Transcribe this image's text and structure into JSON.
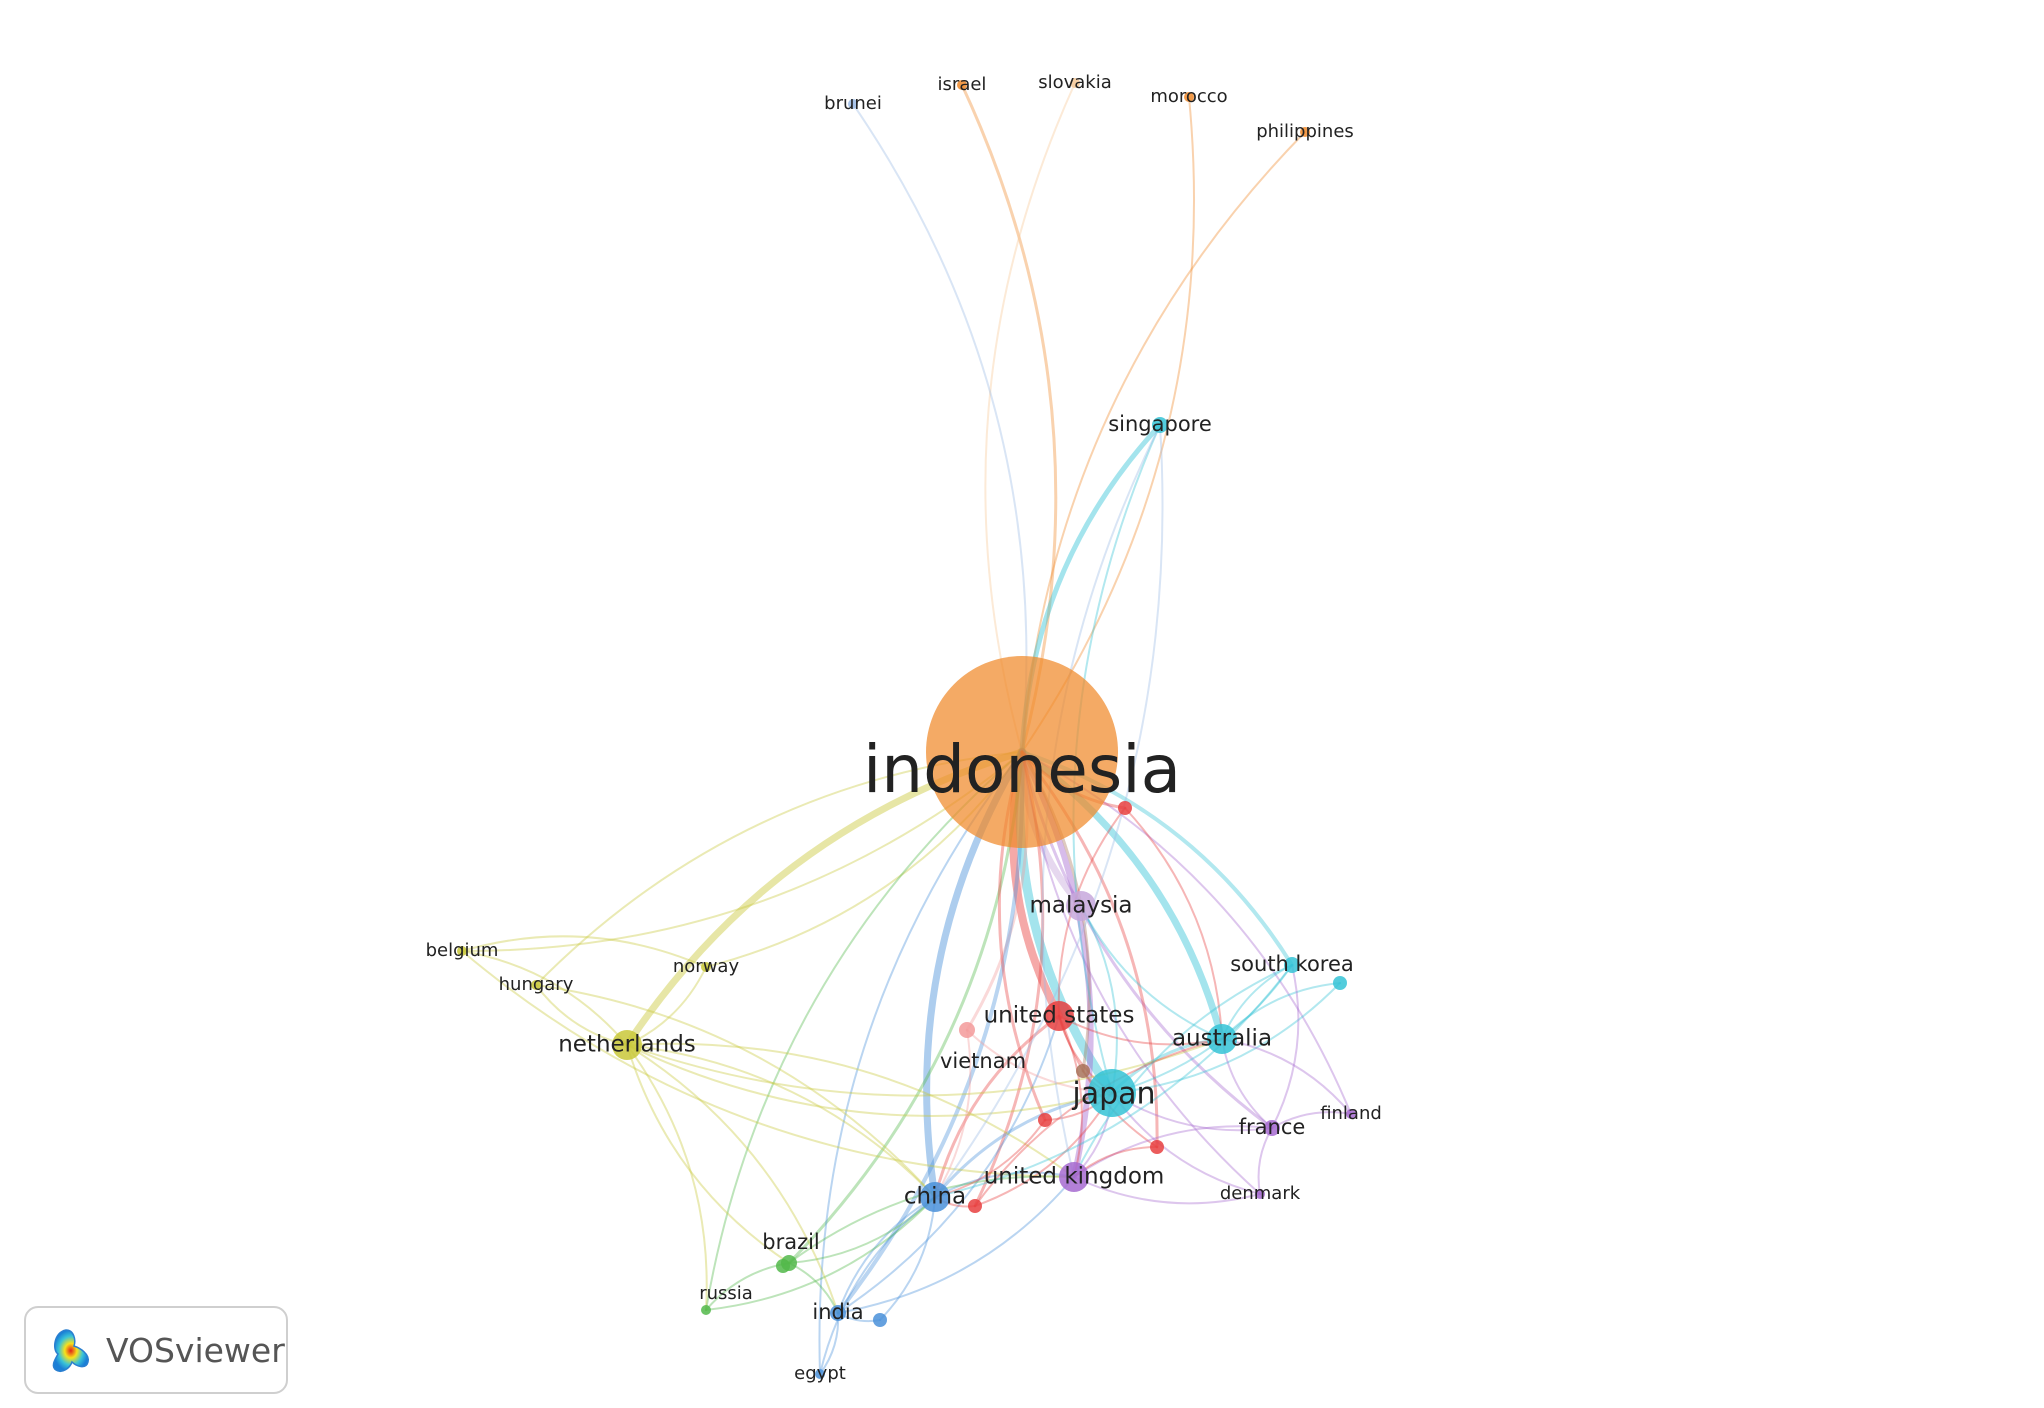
{
  "brand": {
    "name": "VOSviewer",
    "logo_icon": "vosviewer-logo-icon"
  },
  "clusters": {
    "orange": "#f0892a",
    "cyan": "#35c3d6",
    "red": "#e8403f",
    "yellow": "#c9c83a",
    "green": "#52b84a",
    "blue": "#4a90d9",
    "purple": "#a66ad0",
    "pink": "#f39a9a",
    "brown": "#a8735a",
    "lavender": "#c7a8dc",
    "lightblue": "#9bbbe6",
    "peach": "#f6c896"
  },
  "nodes": [
    {
      "label": "indonesia",
      "cluster": "orange",
      "size": "hub"
    },
    {
      "label": "israel",
      "cluster": "orange",
      "size": "tiny"
    },
    {
      "label": "slovakia",
      "cluster": "peach",
      "size": "tiny"
    },
    {
      "label": "morocco",
      "cluster": "orange",
      "size": "tiny"
    },
    {
      "label": "philippines",
      "cluster": "orange",
      "size": "tiny"
    },
    {
      "label": "brunei",
      "cluster": "lightblue",
      "size": "tiny"
    },
    {
      "label": "singapore",
      "cluster": "cyan",
      "size": "small"
    },
    {
      "label": "malaysia",
      "cluster": "lavender",
      "size": "medium"
    },
    {
      "label": "south korea",
      "cluster": "cyan",
      "size": "small"
    },
    {
      "label": "united states",
      "cluster": "red",
      "size": "medium"
    },
    {
      "label": "australia",
      "cluster": "cyan",
      "size": "medium"
    },
    {
      "label": "japan",
      "cluster": "cyan",
      "size": "large"
    },
    {
      "label": "vietnam",
      "cluster": "pink",
      "size": "small"
    },
    {
      "label": "netherlands",
      "cluster": "yellow",
      "size": "medium"
    },
    {
      "label": "belgium",
      "cluster": "yellow",
      "size": "tiny"
    },
    {
      "label": "hungary",
      "cluster": "yellow",
      "size": "tiny"
    },
    {
      "label": "norway",
      "cluster": "yellow",
      "size": "tiny"
    },
    {
      "label": "france",
      "cluster": "purple",
      "size": "small"
    },
    {
      "label": "finland",
      "cluster": "purple",
      "size": "tiny"
    },
    {
      "label": "denmark",
      "cluster": "purple",
      "size": "tiny"
    },
    {
      "label": "united kingdom",
      "cluster": "purple",
      "size": "medium"
    },
    {
      "label": "china",
      "cluster": "blue",
      "size": "medium"
    },
    {
      "label": "brazil",
      "cluster": "green",
      "size": "small"
    },
    {
      "label": "russia",
      "cluster": "green",
      "size": "tiny"
    },
    {
      "label": "india",
      "cluster": "blue",
      "size": "small"
    },
    {
      "label": "egypt",
      "cluster": "blue",
      "size": "tiny"
    }
  ],
  "unlabeled_nodes": [
    {
      "id": "red-a",
      "cluster": "red"
    },
    {
      "id": "red-b",
      "cluster": "red"
    },
    {
      "id": "red-c",
      "cluster": "red"
    },
    {
      "id": "red-d",
      "cluster": "red"
    },
    {
      "id": "brown-a",
      "cluster": "brown"
    },
    {
      "id": "cyan-a",
      "cluster": "cyan"
    },
    {
      "id": "blue-a",
      "cluster": "blue"
    },
    {
      "id": "green-a",
      "cluster": "green"
    }
  ],
  "links": [
    [
      "indonesia",
      "israel",
      "orange",
      3
    ],
    [
      "indonesia",
      "slovakia",
      "peach",
      2
    ],
    [
      "indonesia",
      "morocco",
      "orange",
      2
    ],
    [
      "indonesia",
      "philippines",
      "orange",
      2
    ],
    [
      "indonesia",
      "brunei",
      "lightblue",
      2
    ],
    [
      "indonesia",
      "singapore",
      "cyan",
      5
    ],
    [
      "indonesia",
      "malaysia",
      "lavender",
      7
    ],
    [
      "indonesia",
      "south korea",
      "cyan",
      4
    ],
    [
      "indonesia",
      "united states",
      "red",
      8
    ],
    [
      "indonesia",
      "australia",
      "cyan",
      7
    ],
    [
      "indonesia",
      "japan",
      "cyan",
      9
    ],
    [
      "indonesia",
      "vietnam",
      "pink",
      3
    ],
    [
      "indonesia",
      "netherlands",
      "yellow",
      7
    ],
    [
      "indonesia",
      "belgium",
      "yellow",
      2
    ],
    [
      "indonesia",
      "hungary",
      "yellow",
      2
    ],
    [
      "indonesia",
      "norway",
      "yellow",
      2
    ],
    [
      "indonesia",
      "france",
      "purple",
      3
    ],
    [
      "indonesia",
      "finland",
      "purple",
      2
    ],
    [
      "indonesia",
      "denmark",
      "purple",
      2
    ],
    [
      "indonesia",
      "united kingdom",
      "purple",
      6
    ],
    [
      "indonesia",
      "china",
      "blue",
      7
    ],
    [
      "indonesia",
      "brazil",
      "green",
      3
    ],
    [
      "indonesia",
      "russia",
      "green",
      2
    ],
    [
      "indonesia",
      "india",
      "blue",
      4
    ],
    [
      "indonesia",
      "egypt",
      "blue",
      2
    ],
    [
      "indonesia",
      "red-a",
      "red",
      3
    ],
    [
      "indonesia",
      "red-b",
      "red",
      3
    ],
    [
      "indonesia",
      "red-c",
      "red",
      3
    ],
    [
      "indonesia",
      "red-d",
      "red",
      3
    ],
    [
      "indonesia",
      "brown-a",
      "brown",
      3
    ],
    [
      "singapore",
      "japan",
      "cyan",
      2
    ],
    [
      "malaysia",
      "japan",
      "cyan",
      2
    ],
    [
      "malaysia",
      "australia",
      "cyan",
      2
    ],
    [
      "japan",
      "australia",
      "cyan",
      3
    ],
    [
      "japan",
      "south korea",
      "cyan",
      2
    ],
    [
      "australia",
      "south korea",
      "cyan",
      2
    ],
    [
      "japan",
      "cyan-a",
      "cyan",
      2
    ],
    [
      "australia",
      "cyan-a",
      "cyan",
      2
    ],
    [
      "japan",
      "china",
      "blue",
      3
    ],
    [
      "japan",
      "united kingdom",
      "purple",
      2
    ],
    [
      "japan",
      "france",
      "purple",
      2
    ],
    [
      "japan",
      "united states",
      "red",
      2
    ],
    [
      "united states",
      "china",
      "red",
      3
    ],
    [
      "united states",
      "united kingdom",
      "red",
      2
    ],
    [
      "united states",
      "australia",
      "red",
      2
    ],
    [
      "united states",
      "india",
      "blue",
      2
    ],
    [
      "united states",
      "red-c",
      "red",
      2
    ],
    [
      "united states",
      "red-d",
      "red",
      2
    ],
    [
      "united kingdom",
      "china",
      "blue",
      2
    ],
    [
      "united kingdom",
      "france",
      "purple",
      2
    ],
    [
      "united kingdom",
      "denmark",
      "purple",
      2
    ],
    [
      "united kingdom",
      "india",
      "blue",
      2
    ],
    [
      "united kingdom",
      "brazil",
      "green",
      2
    ],
    [
      "france",
      "finland",
      "purple",
      2
    ],
    [
      "france",
      "denmark",
      "purple",
      2
    ],
    [
      "france",
      "australia",
      "purple",
      2
    ],
    [
      "finland",
      "australia",
      "purple",
      2
    ],
    [
      "denmark",
      "japan",
      "purple",
      2
    ],
    [
      "china",
      "india",
      "blue",
      2
    ],
    [
      "china",
      "brazil",
      "green",
      2
    ],
    [
      "china",
      "egypt",
      "blue",
      2
    ],
    [
      "china",
      "russia",
      "green",
      2
    ],
    [
      "china",
      "red-a",
      "red",
      2
    ],
    [
      "china",
      "blue-a",
      "blue",
      2
    ],
    [
      "india",
      "blue-a",
      "blue",
      2
    ],
    [
      "india",
      "egypt",
      "blue",
      2
    ],
    [
      "brazil",
      "russia",
      "green",
      2
    ],
    [
      "brazil",
      "india",
      "green",
      2
    ],
    [
      "brazil",
      "green-a",
      "green",
      2
    ],
    [
      "netherlands",
      "china",
      "yellow",
      2
    ],
    [
      "netherlands",
      "brazil",
      "yellow",
      2
    ],
    [
      "netherlands",
      "india",
      "yellow",
      2
    ],
    [
      "netherlands",
      "belgium",
      "yellow",
      2
    ],
    [
      "netherlands",
      "hungary",
      "yellow",
      2
    ],
    [
      "netherlands",
      "norway",
      "yellow",
      2
    ],
    [
      "netherlands",
      "united kingdom",
      "yellow",
      2
    ],
    [
      "netherlands",
      "japan",
      "yellow",
      2
    ],
    [
      "netherlands",
      "russia",
      "yellow",
      2
    ],
    [
      "netherlands",
      "australia",
      "yellow",
      2
    ],
    [
      "belgium",
      "norway",
      "yellow",
      2
    ],
    [
      "belgium",
      "united kingdom",
      "yellow",
      2
    ],
    [
      "hungary",
      "china",
      "yellow",
      2
    ],
    [
      "vietnam",
      "japan",
      "pink",
      2
    ],
    [
      "vietnam",
      "china",
      "pink",
      2
    ],
    [
      "red-b",
      "japan",
      "red",
      2
    ],
    [
      "red-b",
      "china",
      "red",
      2
    ],
    [
      "red-a",
      "japan",
      "red",
      2
    ],
    [
      "red-a",
      "australia",
      "red",
      2
    ],
    [
      "red-c",
      "united kingdom",
      "red",
      2
    ],
    [
      "red-d",
      "australia",
      "red",
      2
    ],
    [
      "brown-a",
      "japan",
      "brown",
      2
    ],
    [
      "singapore",
      "china",
      "lightblue",
      2
    ],
    [
      "singapore",
      "united kingdom",
      "lightblue",
      2
    ],
    [
      "south korea",
      "france",
      "purple",
      2
    ],
    [
      "south korea",
      "united kingdom",
      "cyan",
      2
    ],
    [
      "south korea",
      "china",
      "cyan",
      2
    ]
  ]
}
